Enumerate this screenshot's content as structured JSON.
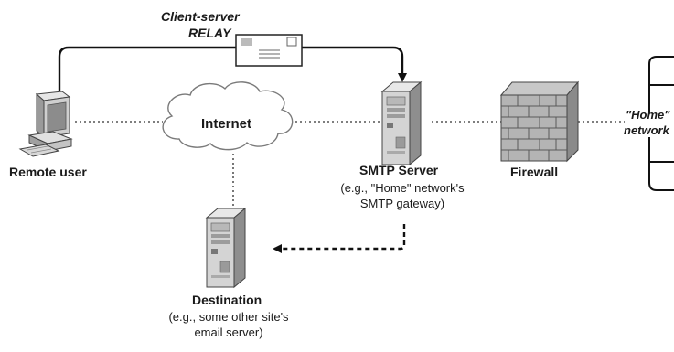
{
  "relay": {
    "line1": "Client-server",
    "line2": "RELAY"
  },
  "nodes": {
    "remote_user": {
      "label": "Remote user",
      "icon": "workstation-icon"
    },
    "internet": {
      "label": "Internet",
      "icon": "cloud-icon"
    },
    "smtp_server": {
      "label": "SMTP Server",
      "desc_line1": "(e.g., \"Home\" network's",
      "desc_line2": "SMTP gateway)",
      "icon": "server-icon"
    },
    "firewall": {
      "label": "Firewall",
      "icon": "brick-wall-icon"
    },
    "home_network": {
      "line1": "\"Home\"",
      "line2": "network",
      "icon": "network-rack-icon"
    },
    "destination": {
      "label": "Destination",
      "desc_line1": "(e.g., some other site's",
      "desc_line2": "email server)",
      "icon": "server-icon"
    }
  },
  "envelope": {
    "icon": "envelope-icon"
  }
}
